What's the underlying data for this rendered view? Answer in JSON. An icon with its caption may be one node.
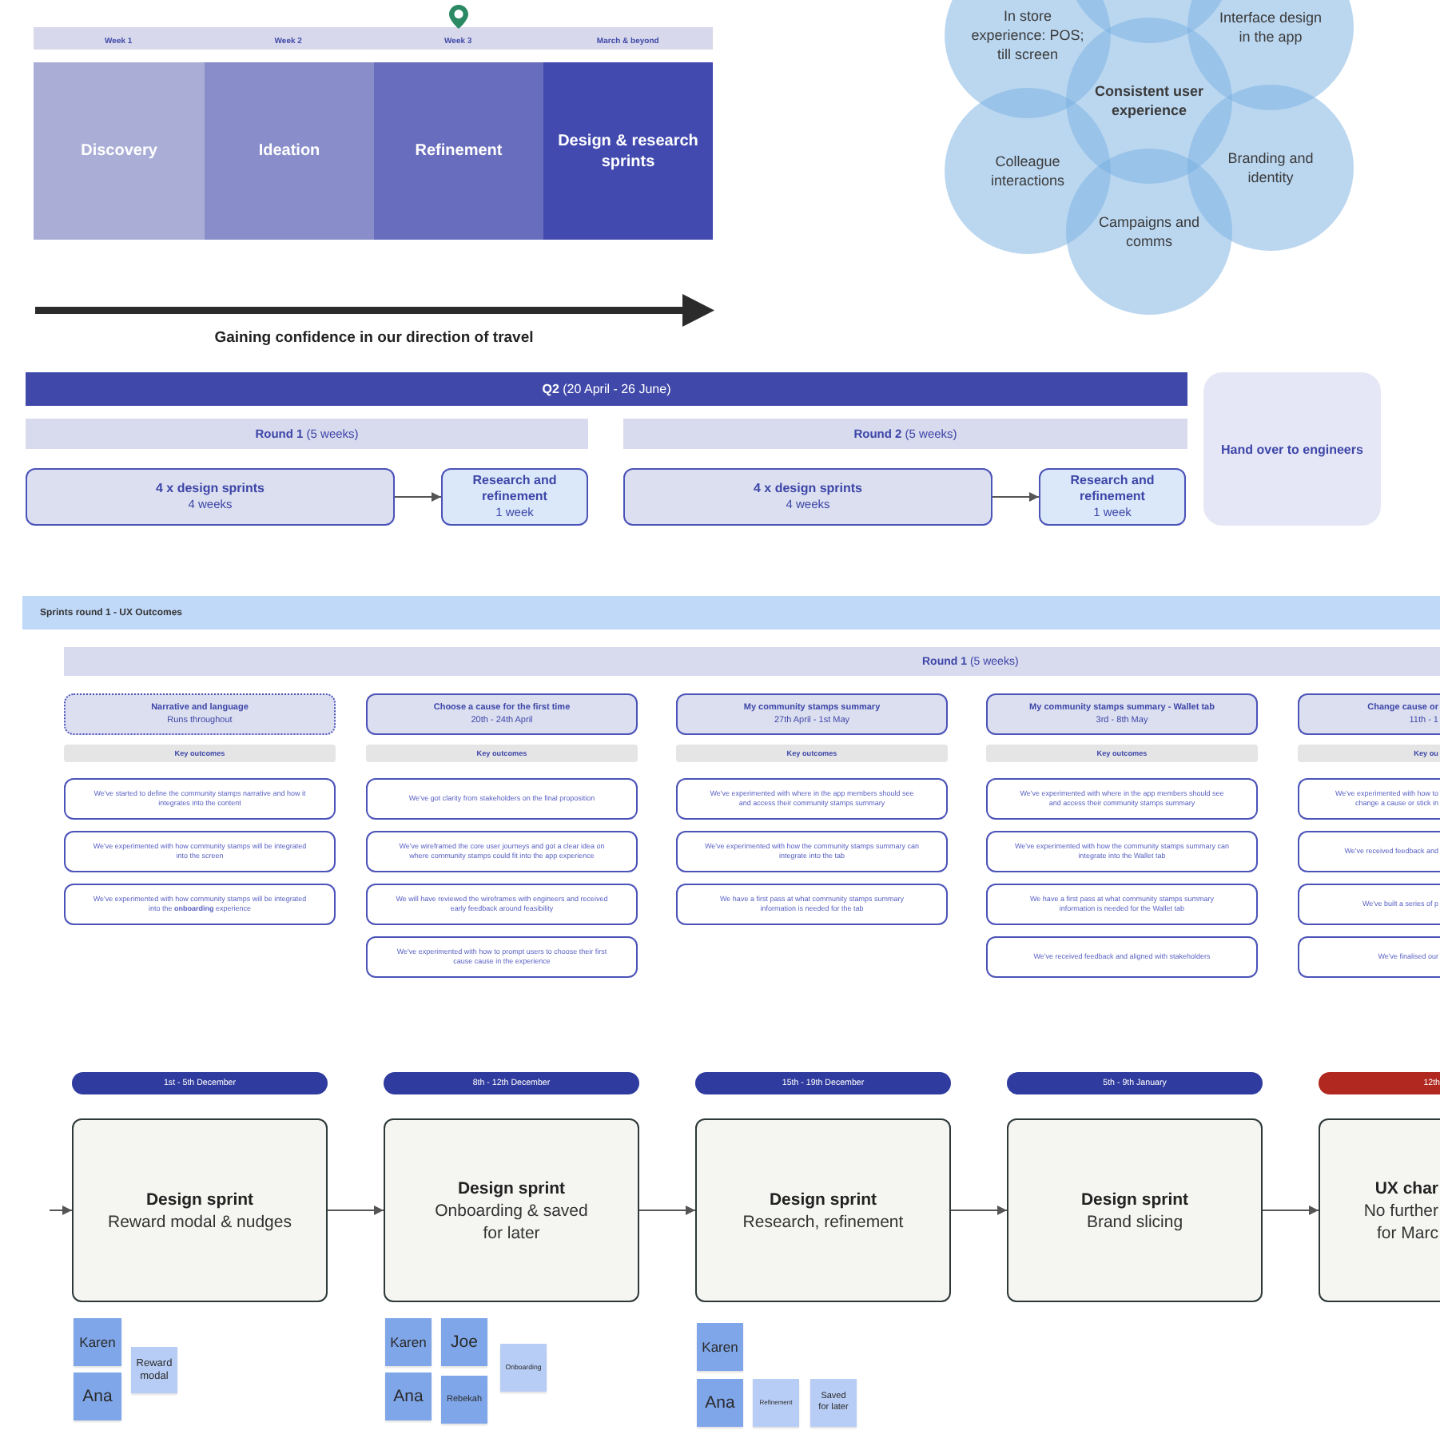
{
  "diagram": {
    "nodes": [
      {
        "text": [
          "Week 1",
          "Week 2",
          "Week 3",
          "March & beyond"
        ]
      },
      {
        "text": [
          "Discovery"
        ]
      },
      {
        "text": [
          "Ideation"
        ]
      },
      {
        "text": [
          "Refinement"
        ]
      },
      {
        "text": [
          "Design & research sprints"
        ]
      },
      {
        "text": [],
        "shape": "circle"
      },
      {
        "text": [
          "In store experience: POS; till screen"
        ]
      },
      {
        "text": [
          "Interface design in the app"
        ]
      },
      {
        "text": [
          "Consistent user experience"
        ]
      },
      {
        "text": [
          "Colleague interactions"
        ]
      },
      {
        "text": [
          "Branding and identity"
        ]
      },
      {
        "text": [
          "Campaigns and comms"
        ]
      },
      {
        "text": [
          "**Q2** (20 April - 26 June)"
        ]
      },
      {
        "text": [
          "**Round 1** (5 weeks)"
        ]
      },
      {
        "text": [
          "4 x design sprints",
          "4 weeks"
        ]
      },
      {
        "text": [
          "Research and refinement",
          "1 week"
        ]
      },
      {
        "text": [
          "**Round 2** (5 weeks)"
        ]
      },
      {
        "text": [
          "4 x design sprints",
          "4 weeks"
        ]
      },
      {
        "text": [
          "Research and refinement",
          "1 week"
        ]
      },
      {
        "text": [
          "Hand over to engineers"
        ]
      },
      {
        "text": [
          "Sprints round 1 - UX Outcomes"
        ]
      },
      {
        "text": [
          "**Round 1** (5 weeks)"
        ]
      },
      {
        "text": [
          "Narrative and language",
          "Runs throughout"
        ]
      },
      {
        "text": [
          "Key outcomes"
        ]
      },
      {
        "text": [
          "We've started to define the community stamps narrative and how it integrates into the content"
        ]
      },
      {
        "text": [
          "We've experimented with how community stamps will be integrated into the screen"
        ]
      },
      {
        "text": [
          "We've experimented with how community stamps will be integrated into the **onboarding** experience"
        ]
      },
      {
        "text": [
          "Choose a cause for the first time",
          "20th - 24th April"
        ]
      },
      {
        "text": [
          "Key outcomes"
        ]
      },
      {
        "text": [
          "We've got clarity from stakeholders on the final proposition"
        ]
      },
      {
        "text": [
          "We've wireframed the core user journeys and got a clear idea on where community stamps could fit into the app experience"
        ]
      },
      {
        "text": [
          "We will have reviewed the wireframes with engineers and received early feedback around feasibility"
        ]
      },
      {
        "text": [
          "We've experimented with how to prompt users to choose their first cause cause in the experience"
        ]
      },
      {
        "text": [
          "My community stamps summary",
          "27th April - 1st May"
        ]
      },
      {
        "text": [
          "Key outcomes"
        ]
      },
      {
        "text": [
          "We've experimented with where in the app members should see and access their community stamps summary"
        ]
      },
      {
        "text": [
          "We've experimented with how the community stamps summary can integrate into the tab"
        ]
      },
      {
        "text": [
          "We have a first pass at what community stamps summary information is needed for the tab"
        ]
      },
      {
        "text": [
          "My community stamps summary - Wallet tab",
          "3rd - 8th May"
        ]
      },
      {
        "text": [
          "Key outcomes"
        ]
      },
      {
        "text": [
          "We've experimented with where in the app members should see and access their community stamps summary"
        ]
      },
      {
        "text": [
          "We've experimented with how the community stamps summary can integrate into the Wallet tab"
        ]
      },
      {
        "text": [
          "We have a first pass at what community stamps summary information is needed for the Wallet tab"
        ]
      },
      {
        "text": [
          "We've received feedback and aligned with stakeholders"
        ]
      },
      {
        "text": [
          "Change cause or",
          "11th - 1"
        ]
      },
      {
        "text": [
          "Key ou"
        ]
      },
      {
        "text": [
          "We've experimented with how to change a cause or stick in"
        ]
      },
      {
        "text": [
          "We've received feedback and"
        ]
      },
      {
        "text": [
          "We've built a series of p"
        ]
      },
      {
        "text": [
          "We've finalised our"
        ]
      },
      {
        "text": [
          "1st - 5th December"
        ]
      },
      {
        "text": [
          "Design sprint",
          "Reward modal & nudges"
        ]
      },
      {
        "text": [
          "8th - 12th December"
        ]
      },
      {
        "text": [
          "Design sprint",
          "Onboarding & saved for later"
        ]
      },
      {
        "text": [
          "15th - 19th December"
        ]
      },
      {
        "text": [
          "Design sprint",
          "Research, refinement"
        ]
      },
      {
        "text": [
          "5th - 9th January"
        ]
      },
      {
        "text": [
          "Design sprint",
          "Brand slicing"
        ]
      },
      {
        "text": [
          "12th"
        ]
      },
      {
        "text": [
          "UX char",
          "No further for Marc"
        ]
      },
      {
        "text": [
          "Karen"
        ]
      },
      {
        "text": [
          "Ana"
        ]
      },
      {
        "text": [
          "Reward modal"
        ]
      },
      {
        "text": [
          "Karen"
        ]
      },
      {
        "text": [
          "Joe"
        ]
      },
      {
        "text": [
          "Ana"
        ]
      },
      {
        "text": [
          "Rebekah"
        ]
      },
      {
        "text": [
          "Onboarding"
        ]
      },
      {
        "text": [
          "Karen"
        ]
      },
      {
        "text": [
          "Ana"
        ]
      },
      {
        "text": [
          "Refinement"
        ]
      },
      {
        "text": [
          "Saved for later"
        ]
      }
    ],
    "edges": [
      {
        "from": 14,
        "to": 15,
        "arrow": "to"
      },
      {
        "from": 17,
        "to": 18,
        "arrow": "to"
      },
      {
        "from": null,
        "to": 51,
        "arrow": "to"
      },
      {
        "from": 51,
        "to": 53,
        "arrow": "to"
      },
      {
        "from": 53,
        "to": 55,
        "arrow": "to"
      },
      {
        "from": 55,
        "to": 57,
        "arrow": "to"
      },
      {
        "from": 57,
        "to": 59,
        "arrow": "to"
      }
    ],
    "labels": [
      "Gaining confidence in our direction of travel"
    ]
  }
}
